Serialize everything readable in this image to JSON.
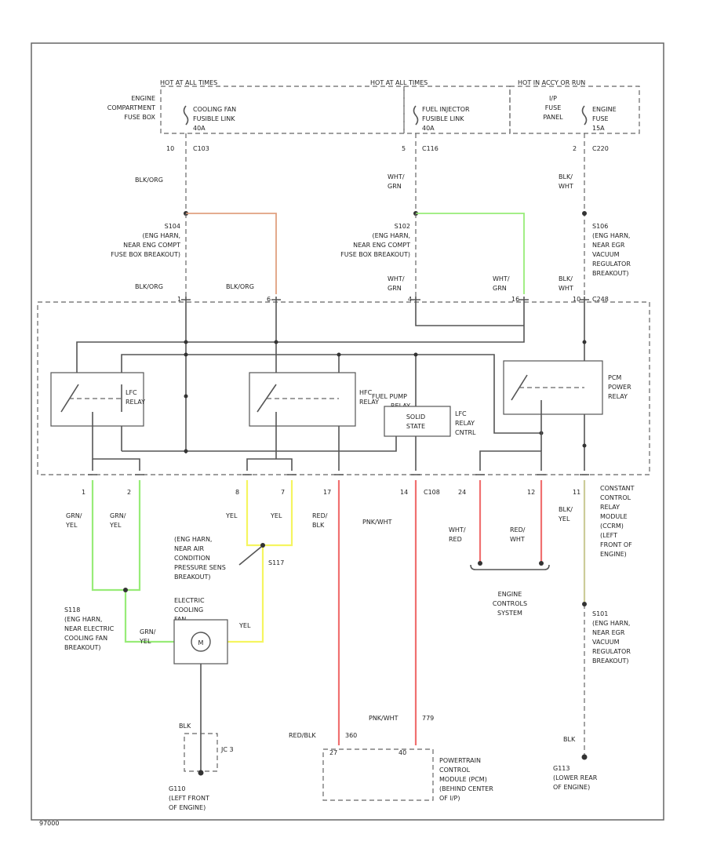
{
  "diagram_id": "97000",
  "colors": {
    "wire": "#555555",
    "orange": "#e0a080",
    "green": "#98ec78",
    "yellow": "#f5f560",
    "red": "#f07070",
    "yelgray": "#cccc99"
  },
  "top": {
    "hot_left": "HOT AT ALL TIMES",
    "hot_mid": "HOT AT ALL TIMES",
    "hot_right": "HOT IN ACCY OR RUN",
    "engine_compartment_fuse_box": [
      "ENGINE",
      "COMPARTMENT",
      "FUSE BOX"
    ],
    "fuse_left": [
      "COOLING FAN",
      "FUSIBLE LINK",
      "40A"
    ],
    "fuse_mid": [
      "FUEL INJECTOR",
      "FUSIBLE LINK",
      "40A"
    ],
    "ip_fuse_panel": [
      "I/P",
      "FUSE",
      "PANEL"
    ],
    "fuse_right": [
      "ENGINE",
      "FUSE",
      "15A"
    ],
    "conn_left": [
      "10",
      "C103"
    ],
    "conn_mid": [
      "5",
      "C116"
    ],
    "conn_right": [
      "2",
      "C220"
    ]
  },
  "wires": {
    "blk_org_left": "BLK/ORG",
    "wht_grn_mid": [
      "WHT/",
      "GRN"
    ],
    "blk_wht_right": [
      "BLK/",
      "WHT"
    ],
    "blk_org_lower1": "BLK/ORG",
    "blk_org_lower2": "BLK/ORG",
    "wht_grn_lower1": [
      "WHT/",
      "GRN"
    ],
    "wht_grn_lower2": [
      "WHT/",
      "GRN"
    ],
    "blk_wht_lower": [
      "BLK/",
      "WHT"
    ],
    "grn_yel1": [
      "GRN/",
      "YEL"
    ],
    "grn_yel2": [
      "GRN/",
      "YEL"
    ],
    "yel1": "YEL",
    "yel2": "YEL",
    "red_blk": [
      "RED/",
      "BLK"
    ],
    "pnk_wht": "PNK/WHT",
    "wht_red": [
      "WHT/",
      "RED"
    ],
    "red_wht": [
      "RED/",
      "WHT"
    ],
    "blk_yel": [
      "BLK/",
      "YEL"
    ],
    "grn_yel3": [
      "GRN/",
      "YEL"
    ],
    "yel3": "YEL",
    "blk_motor": "BLK",
    "red_blk_bottom": "RED/BLK",
    "pnk_wht_bottom": "PNK/WHT",
    "blk_bottom": "BLK"
  },
  "splices": {
    "s104": [
      "S104",
      "(ENG HARN,",
      "NEAR ENG COMPT",
      "FUSE BOX BREAKOUT)"
    ],
    "s102": [
      "S102",
      "(ENG HARN,",
      "NEAR ENG COMPT",
      "FUSE BOX BREAKOUT)"
    ],
    "s106": [
      "S106",
      "(ENG HARN,",
      "NEAR EGR",
      "VACUUM",
      "REGULATOR",
      "BREAKOUT)"
    ],
    "s118": [
      "S118",
      "(ENG HARN,",
      "NEAR ELECTRIC",
      "COOLING FAN",
      "BREAKOUT)"
    ],
    "s117_note": [
      "(ENG HARN,",
      "NEAR AIR",
      "CONDITION",
      "PRESSURE SENS",
      "BREAKOUT)"
    ],
    "s117": "S117",
    "s101": [
      "S101",
      "(ENG HARN,",
      "NEAR EGR",
      "VACUUM",
      "REGULATOR",
      "BREAKOUT)"
    ]
  },
  "relay_module": {
    "connector": "C248",
    "pin_top_1": "1",
    "pin_top_2": "6",
    "pin_top_3": "4",
    "pin_top_4": "16",
    "pin_top_5": "10",
    "lfc_relay": [
      "LFC",
      "RELAY"
    ],
    "hfc_relay": [
      "HFC",
      "RELAY"
    ],
    "fuel_pump_relay": [
      "FUEL PUMP",
      "RELAY"
    ],
    "solid_state": [
      "SOLID",
      "STATE"
    ],
    "lfc_relay_cntrl": [
      "LFC",
      "RELAY",
      "CNTRL"
    ],
    "pcm_power_relay": [
      "PCM",
      "POWER",
      "RELAY"
    ],
    "pins_bottom": [
      "1",
      "2",
      "8",
      "7",
      "17",
      "14",
      "24",
      "12",
      "11"
    ],
    "conn_bottom": "C108",
    "module_label": [
      "CONSTANT",
      "CONTROL",
      "RELAY",
      "MODULE",
      "(CCRM)",
      "(LEFT",
      "FRONT OF",
      "ENGINE)"
    ]
  },
  "engine_controls": [
    "ENGINE",
    "CONTROLS",
    "SYSTEM"
  ],
  "fan_motor": [
    "ELECTRIC",
    "COOLING",
    "FAN"
  ],
  "ground": {
    "g_left_pin": "JC 3",
    "g_left": [
      "G110",
      "(LEFT FRONT",
      "OF ENGINE)"
    ],
    "g_right": [
      "G113",
      "(LOWER REAR",
      "OF ENGINE)"
    ]
  },
  "pcm": {
    "pin_left": "27",
    "pin_right": "40",
    "pin_left_label": "360",
    "pin_right_label": "779",
    "label": [
      "POWERTRAIN",
      "CONTROL",
      "MODULE (PCM)",
      "(BEHIND CENTER",
      "OF I/P)"
    ]
  }
}
